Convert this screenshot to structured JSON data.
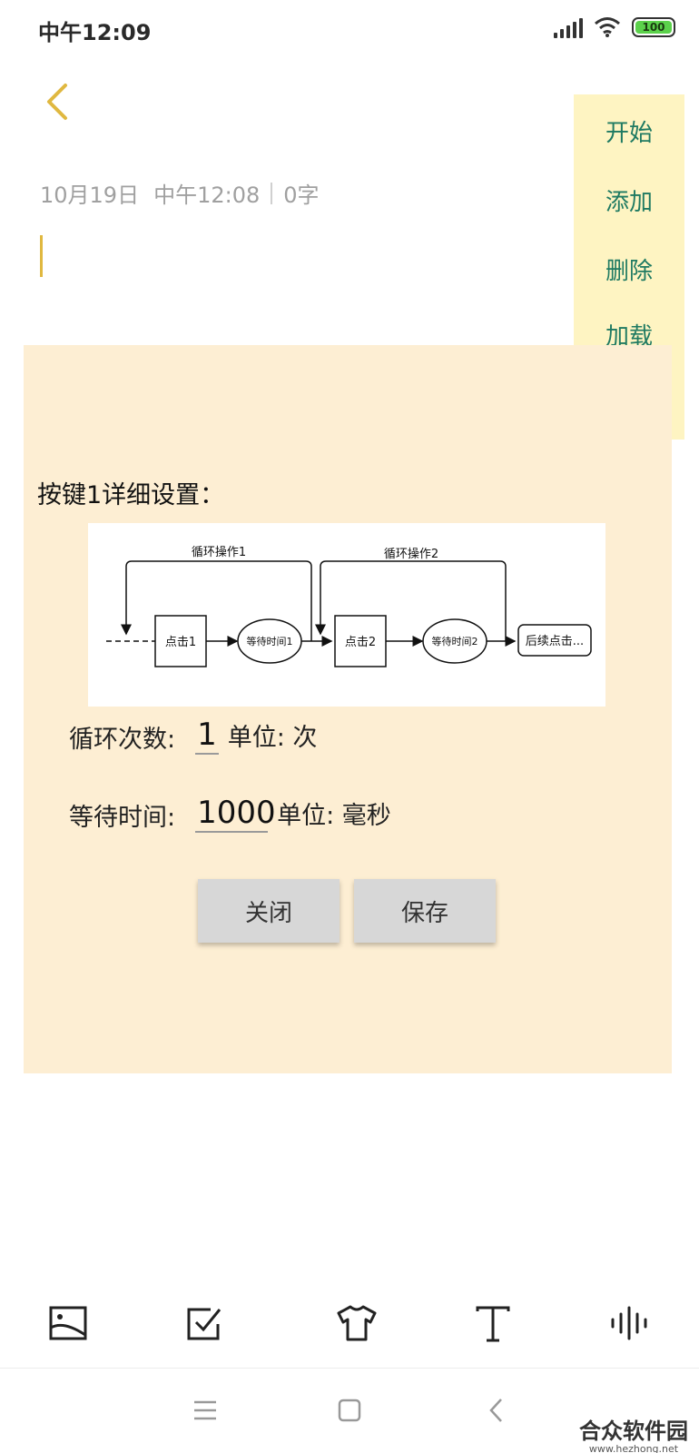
{
  "status_bar": {
    "time": "中午12:09",
    "battery": "100",
    "icons": [
      "signal-icon",
      "wifi-icon",
      "battery-icon"
    ]
  },
  "note": {
    "date": "10月19日",
    "time": "中午12:08",
    "word_count": "0字"
  },
  "side_menu": {
    "items": [
      "开始",
      "添加",
      "删除",
      "加载"
    ]
  },
  "settings": {
    "title": "按键1详细设置：",
    "diagram": {
      "loop1_label": "循环操作1",
      "loop2_label": "循环操作2",
      "click1": "点击1",
      "wait1": "等待时间1",
      "click2": "点击2",
      "wait2": "等待时间2",
      "next": "后续点击..."
    },
    "loop_count": {
      "label": "循环次数:",
      "value": "1",
      "unit": "单位: 次"
    },
    "wait_time": {
      "label": "等待时间:",
      "value": "1000",
      "unit": "单位: 毫秒"
    },
    "close_label": "关闭",
    "save_label": "保存"
  },
  "toolbar": {
    "icons": [
      "image-icon",
      "checkbox-icon",
      "shirt-icon",
      "text-format-icon",
      "audio-wave-icon"
    ]
  },
  "nav_bar": {
    "icons": [
      "menu-icon",
      "home-icon",
      "back-nav-icon"
    ]
  },
  "watermark": {
    "text": "合众软件园",
    "url": "www.hezhong.net"
  },
  "colors": {
    "accent": "#e0b840",
    "menu_bg": "#fef4c2",
    "menu_text": "#1f7a62",
    "panel_bg": "#fdeed3",
    "button_bg": "#d7d7d7"
  }
}
